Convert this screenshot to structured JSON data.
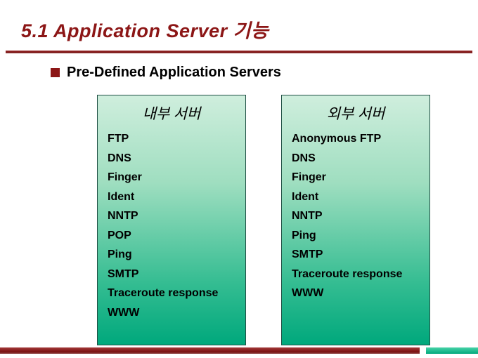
{
  "title": "5.1 Application Server 기능",
  "heading": {
    "text": "Pre-Defined Application Servers"
  },
  "boxes": [
    {
      "header": "내부 서버",
      "items": [
        "FTP",
        "DNS",
        "Finger",
        "Ident",
        "NNTP",
        "POP",
        "Ping",
        "SMTP",
        "Traceroute response",
        "WWW"
      ]
    },
    {
      "header": "외부 서버",
      "items": [
        "Anonymous FTP",
        "DNS",
        "Finger",
        "Ident",
        "NNTP",
        "Ping",
        "SMTP",
        "Traceroute response",
        "WWW"
      ]
    }
  ],
  "colors": {
    "accent_maroon": "#8c1616",
    "box_gradient_top": "#cfeedd",
    "box_gradient_bottom": "#00a87c",
    "box_border": "#1f4f44",
    "text": "#000000"
  }
}
